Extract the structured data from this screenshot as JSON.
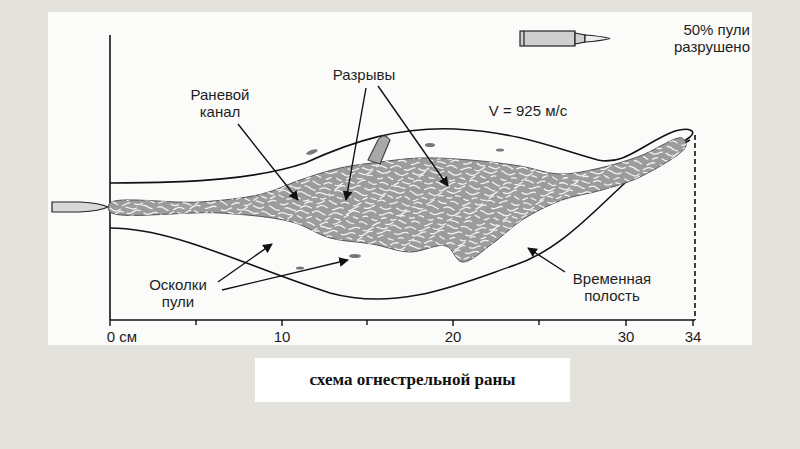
{
  "diagram": {
    "caption": "схема огнестрельной раны",
    "labels": [
      "50% пули разрушено",
      "V = 925 м/с",
      "Раневой канал",
      "Разрывы",
      "Осколки пули",
      "Временная полость",
      "0 см",
      "10",
      "20",
      "30",
      "34"
    ]
  }
}
